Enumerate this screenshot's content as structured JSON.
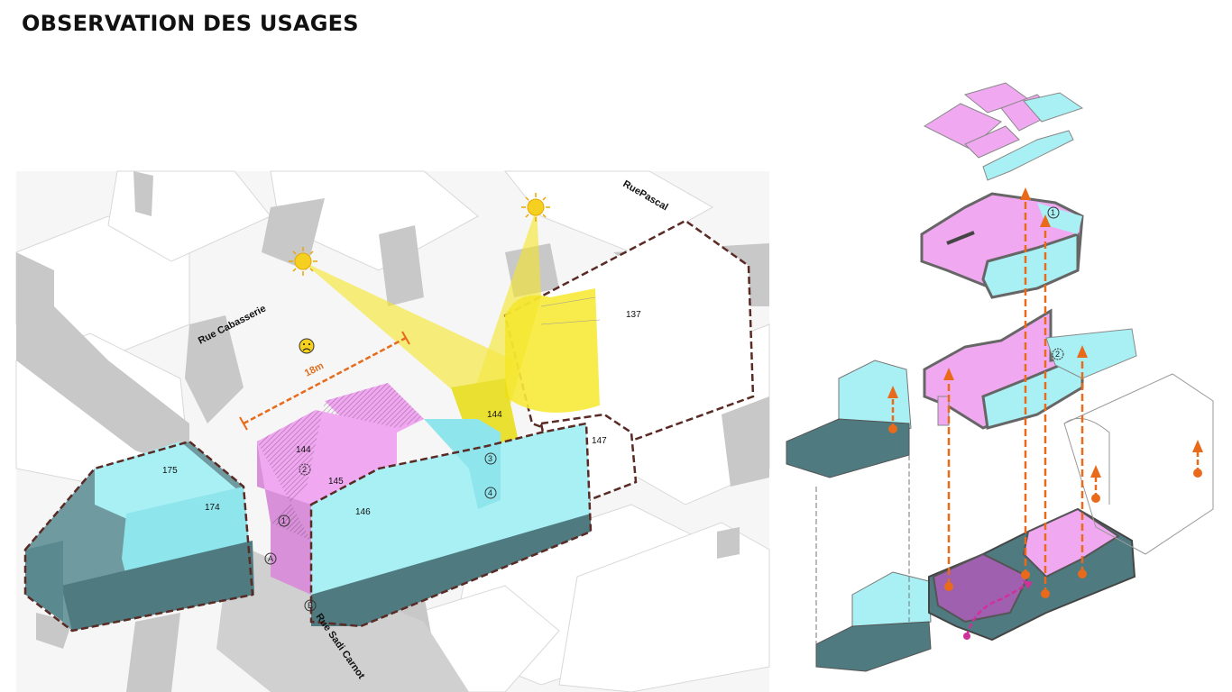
{
  "title": "OBSERVATION DES USAGES",
  "streets": {
    "cabasserie": "Rue Cabasserie",
    "pascal": "RuePascal",
    "sadi_carnot": "Rue Sadi Carnot"
  },
  "distance_label": "18m",
  "buildings": {
    "b175": "175",
    "b174": "174",
    "b144_left": "144",
    "b145": "145",
    "b146": "146",
    "b144_right": "144",
    "b147": "147",
    "b137": "137"
  },
  "markers": {
    "m1": "1",
    "m2": "2",
    "m3": "3",
    "m4": "4",
    "mA": "A",
    "mB": "B",
    "exploded_1": "1",
    "exploded_2": "2"
  },
  "colors": {
    "pink": "#f0a8f0",
    "cyan": "#a8f0f4",
    "teal_base": "#4e7a80",
    "outline_dark": "#5a2a24",
    "orange": "#e86a1a",
    "magenta": "#d0309a",
    "sun_yellow": "#f5e628",
    "context_grey": "#c8c8c8"
  },
  "icons": [
    "sun-icon",
    "sad-sun-icon",
    "up-arrow-icon"
  ]
}
